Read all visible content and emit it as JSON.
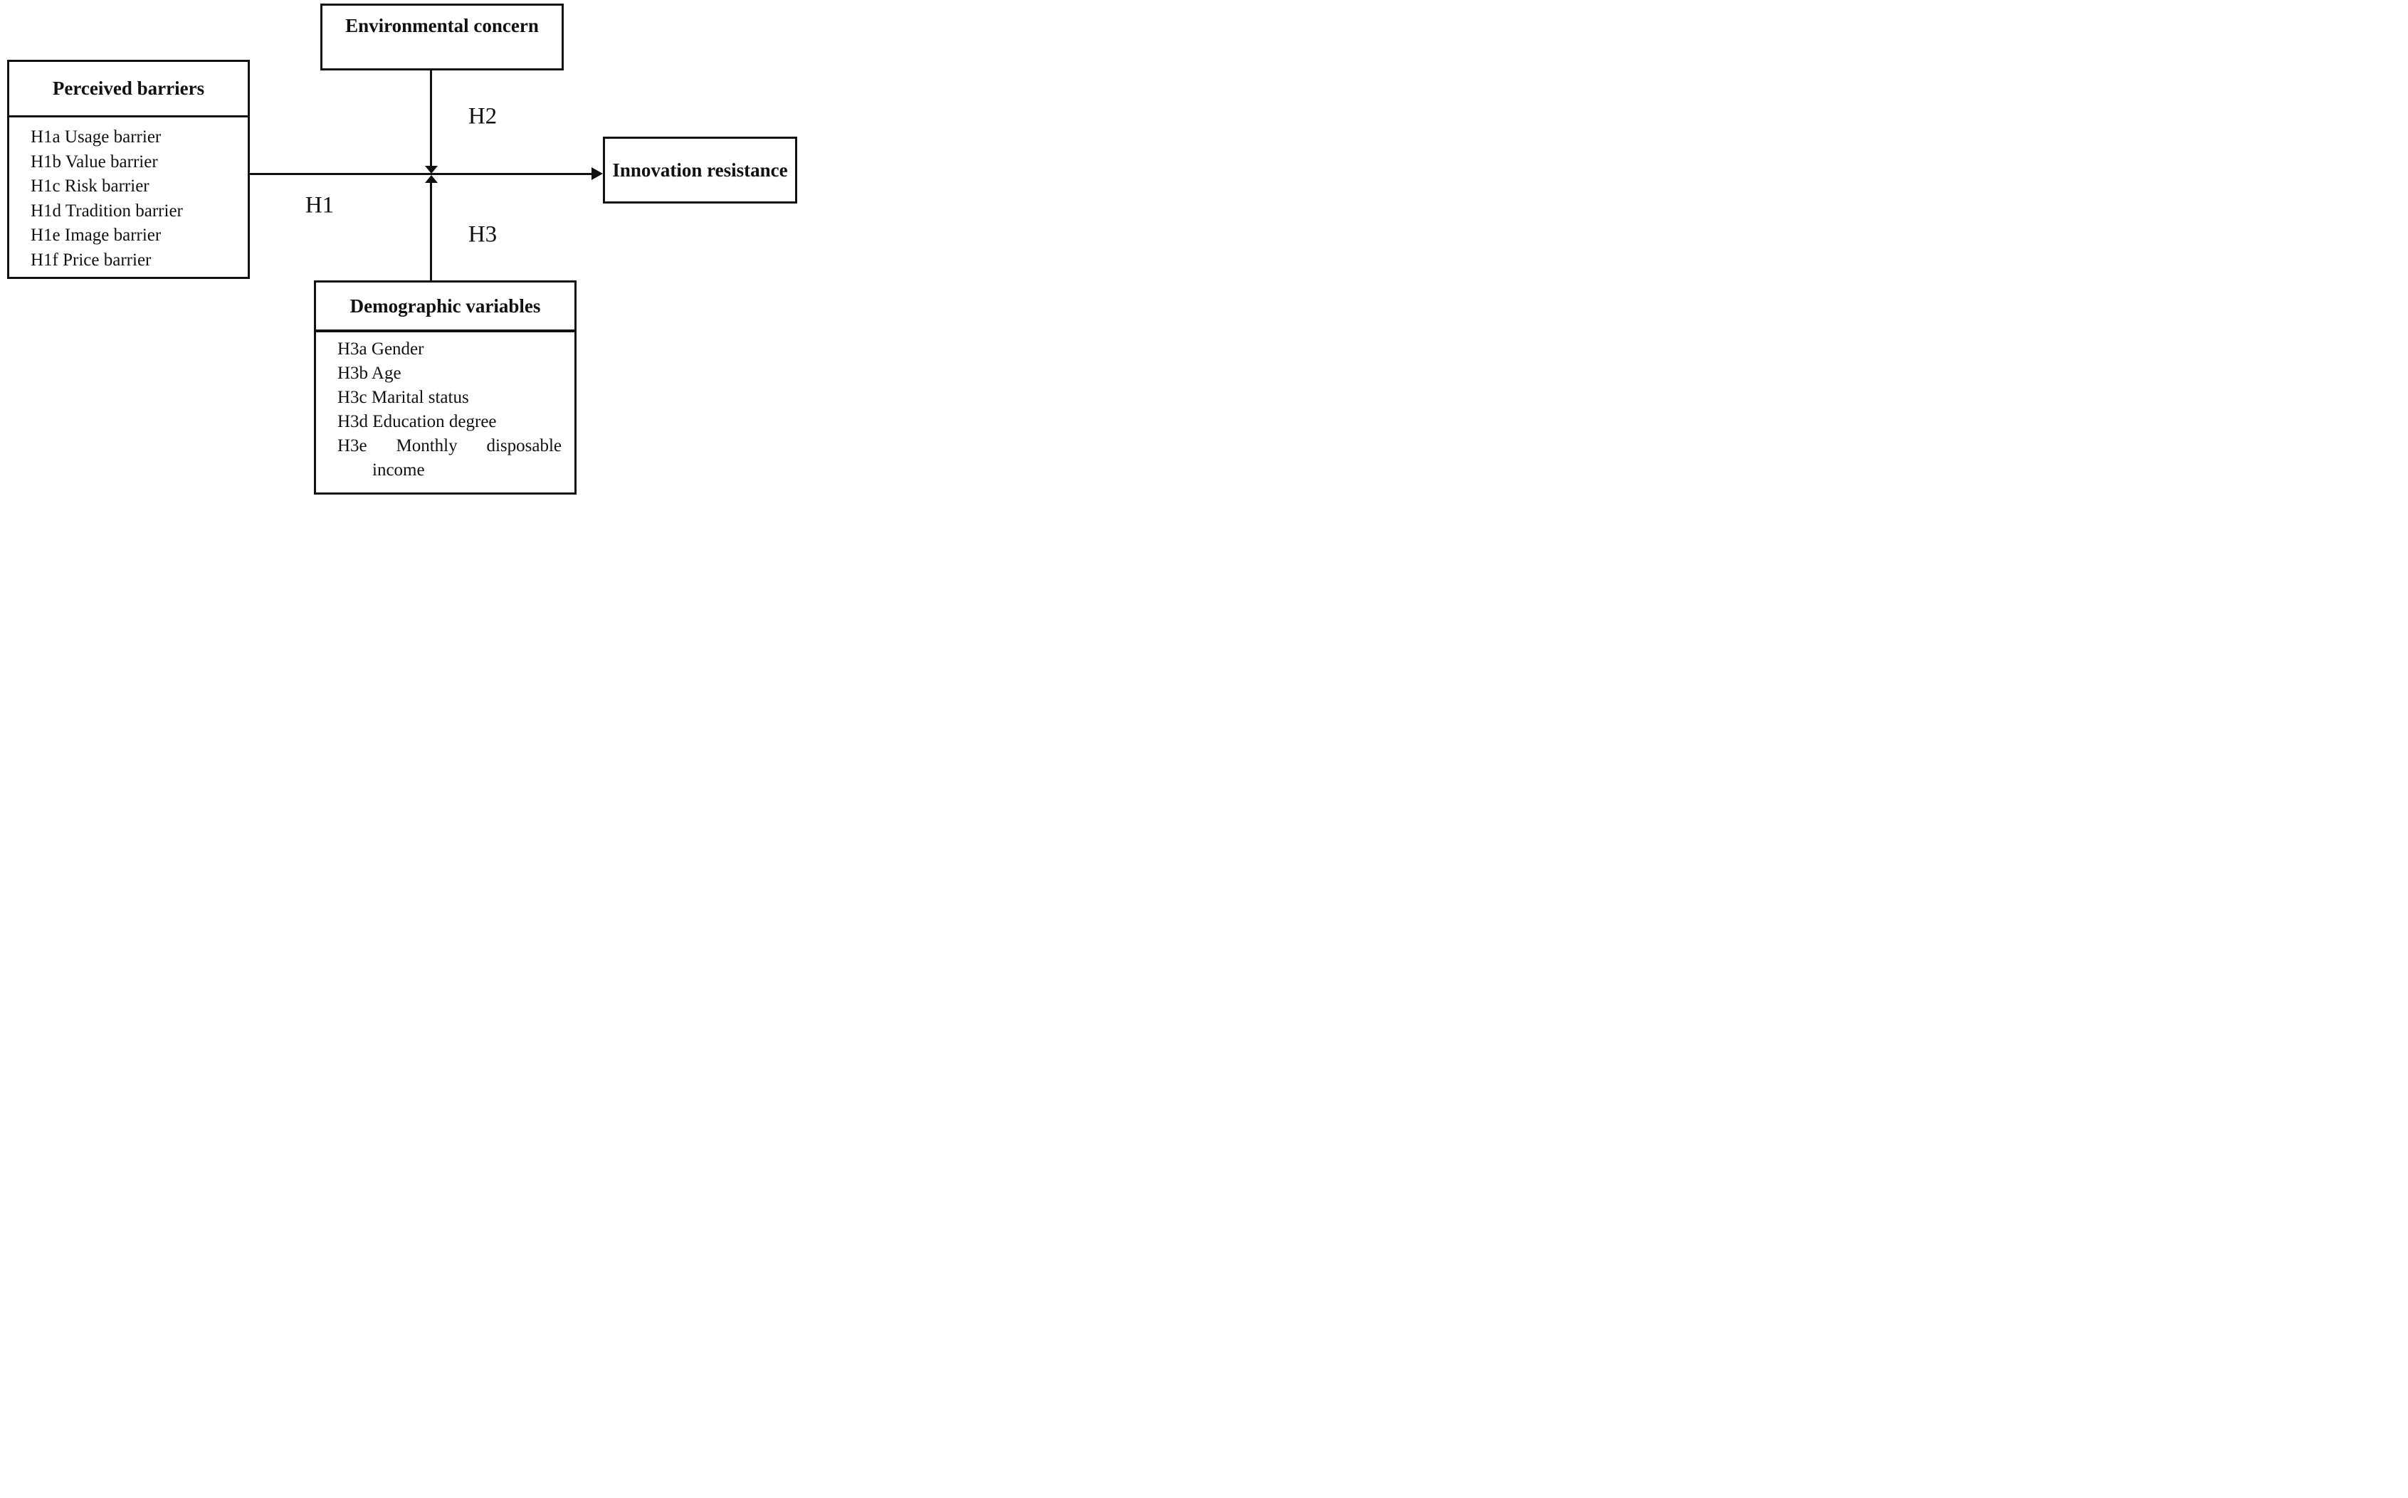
{
  "diagram": {
    "perceived_barriers": {
      "title": "Perceived barriers",
      "items": [
        "H1a Usage barrier",
        "H1b Value barrier",
        "H1c Risk barrier",
        "H1d Tradition barrier",
        "H1e Image barrier",
        "H1f Price barrier"
      ]
    },
    "environmental_concern": {
      "title": "Environmental concern"
    },
    "innovation_resistance": {
      "title": "Innovation resistance"
    },
    "demographic_variables": {
      "title": "Demographic variables",
      "items": [
        "H3a Gender",
        "H3b Age",
        "H3c Marital status",
        "H3d Education degree"
      ],
      "last_item": {
        "code": "H3e",
        "words": [
          "Monthly",
          "disposable"
        ],
        "wrap": "income"
      }
    },
    "path_labels": {
      "h1": "H1",
      "h2": "H2",
      "h3": "H3"
    },
    "colors": {
      "ink": "#111111",
      "background": "#ffffff"
    }
  }
}
